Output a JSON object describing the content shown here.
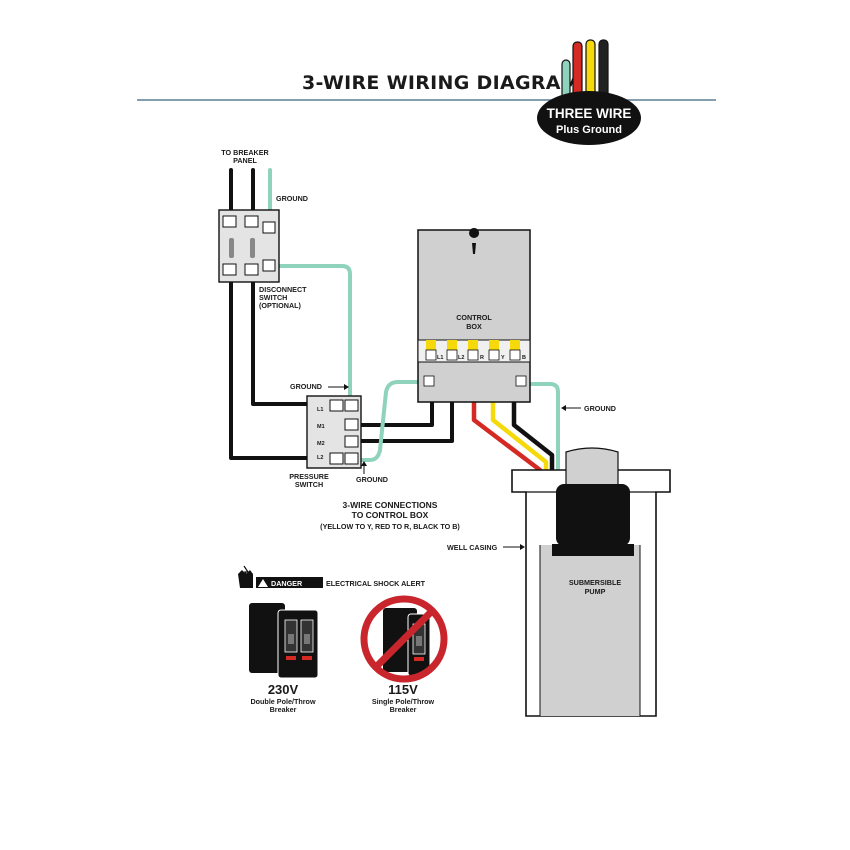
{
  "header": {
    "title": "3-WIRE WIRING DIAGRAM",
    "badge_line1": "THREE WIRE",
    "badge_line2": "Plus Ground"
  },
  "labels": {
    "breaker_panel_l1": "TO BREAKER",
    "breaker_panel_l2": "PANEL",
    "ground_top": "GROUND",
    "disconnect_l1": "DISCONNECT",
    "disconnect_l2": "SWITCH",
    "disconnect_l3": "(OPTIONAL)",
    "ground_pressure_top": "GROUND",
    "ground_pressure_bottom": "GROUND",
    "pressure_l1": "PRESSURE",
    "pressure_l2": "SWITCH",
    "control_box_l1": "CONTROL",
    "control_box_l2": "BOX",
    "ground_right": "GROUND",
    "connections_l1": "3-WIRE CONNECTIONS",
    "connections_l2": "TO CONTROL BOX",
    "connections_l3": "(YELLOW TO Y, RED TO R, BLACK TO B)",
    "well_casing": "WELL CASING",
    "pump_l1": "SUBMERSIBLE",
    "pump_l2": "PUMP",
    "danger_tag": "DANGER",
    "danger_text": "ELECTRICAL SHOCK ALERT",
    "breaker_230_voltage": "230V",
    "breaker_230_l1": "Double Pole/Throw",
    "breaker_230_l2": "Breaker",
    "breaker_115_voltage": "115V",
    "breaker_115_l1": "Single Pole/Throw",
    "breaker_115_l2": "Breaker"
  },
  "terminals": {
    "control_box": [
      "L1",
      "L2",
      "R",
      "Y",
      "B"
    ],
    "pressure_switch": [
      "L1",
      "M1",
      "M2",
      "L2"
    ]
  },
  "colors": {
    "ground": "#8fd3bd",
    "red": "#d42a23",
    "yellow": "#f5d90a",
    "black": "#111111",
    "rule": "#5c7f96",
    "box_gray": "#d0d0d0",
    "prohibit_red": "#c8262c"
  }
}
